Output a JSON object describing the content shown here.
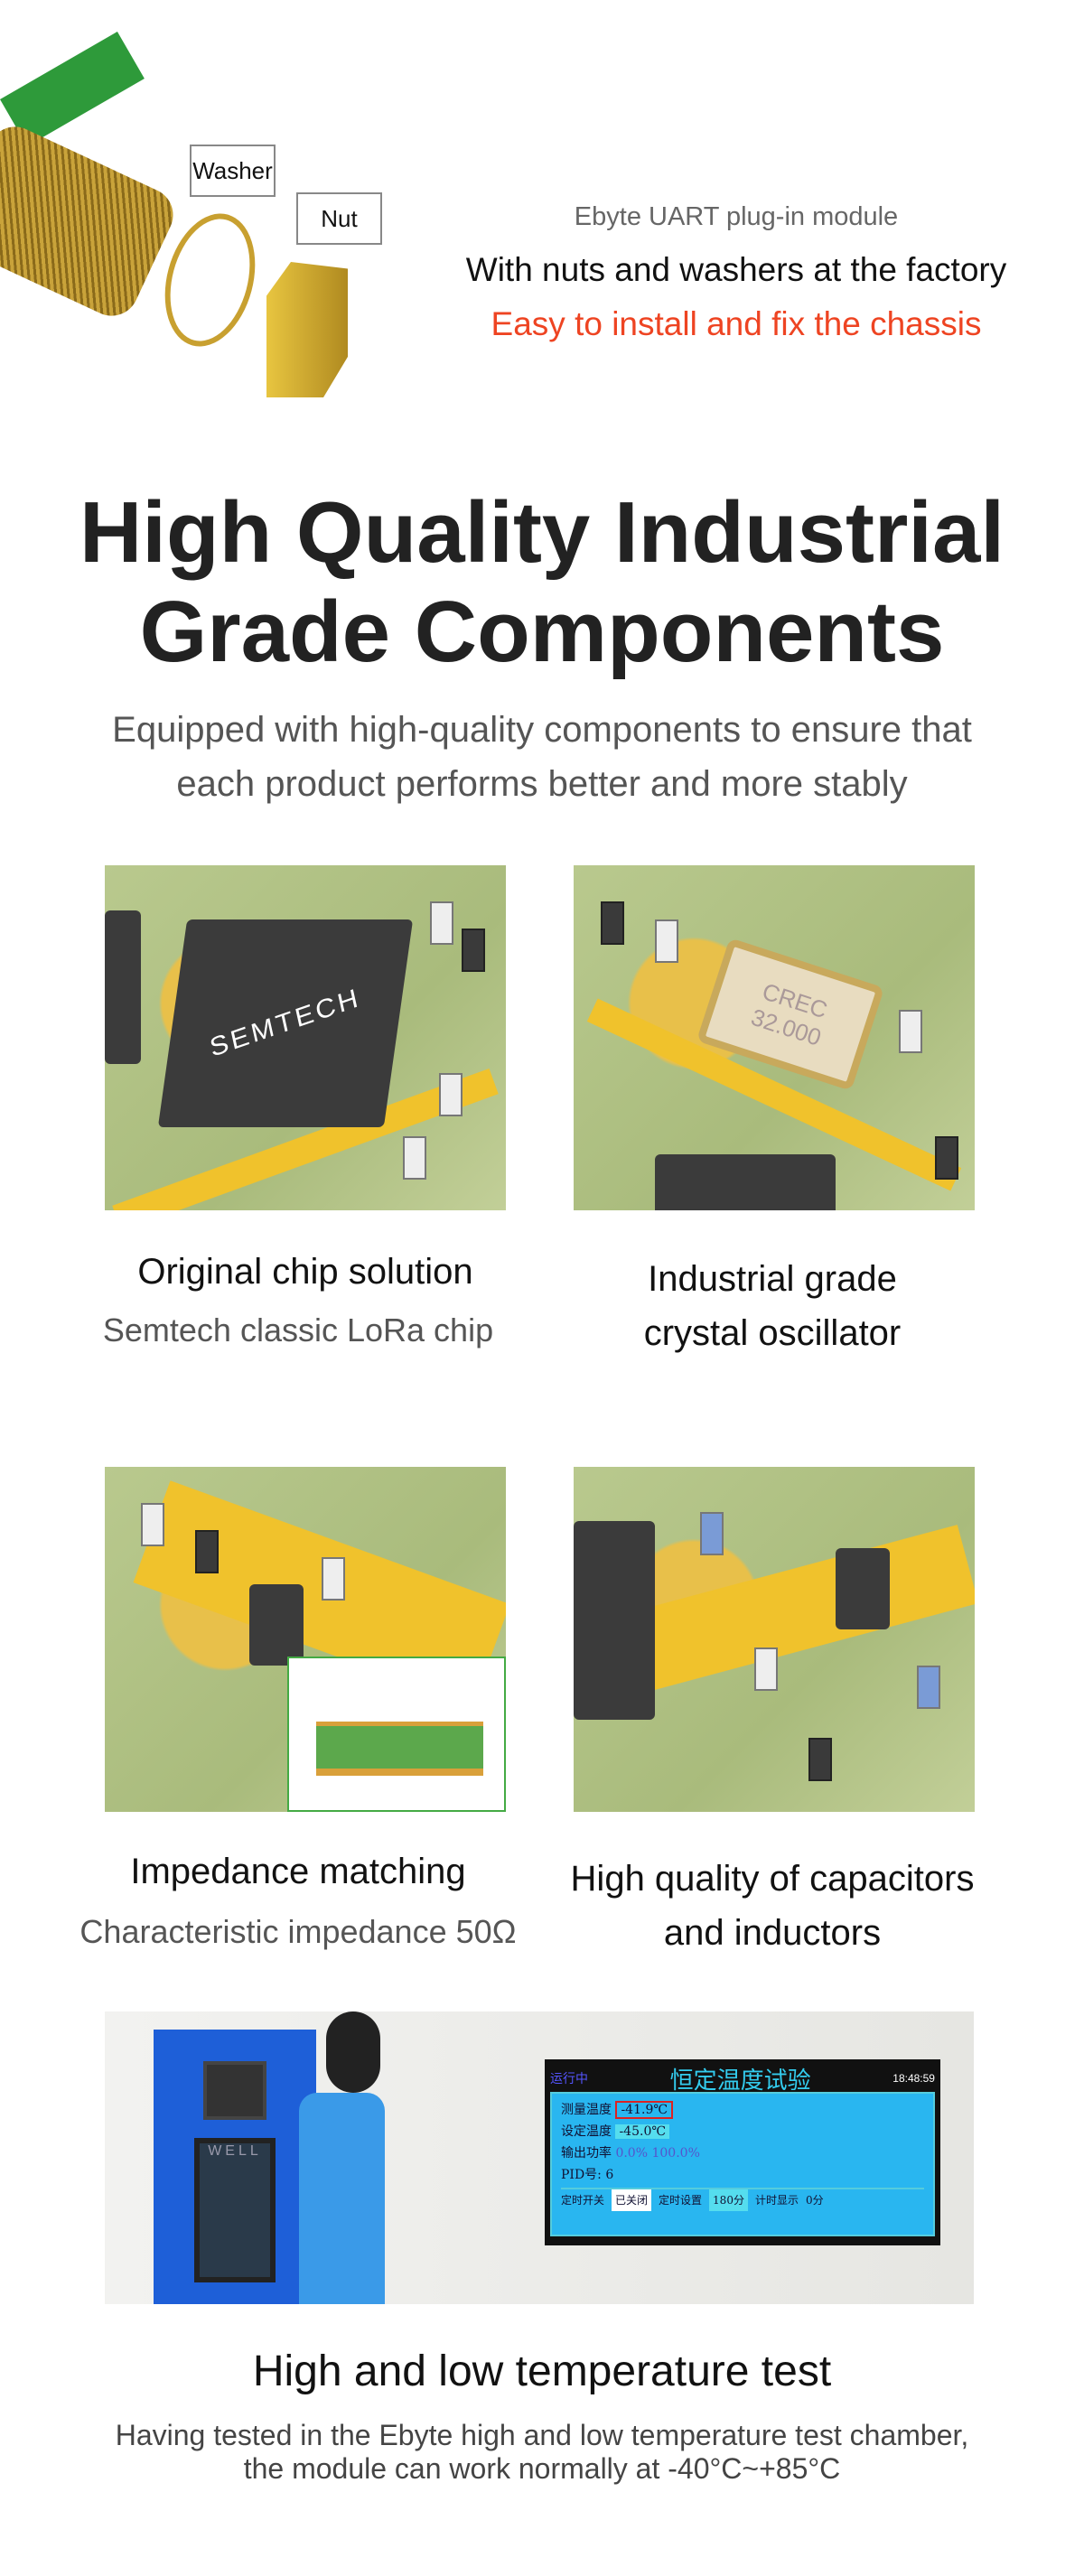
{
  "intro": {
    "washer_label": "Washer",
    "nut_label": "Nut",
    "line1": "Ebyte UART plug-in module",
    "line2": "With nuts and washers at the factory",
    "line3": "Easy to install and fix the chassis",
    "accent_color": "#ee4422"
  },
  "section": {
    "title_line1": "High Quality Industrial",
    "title_line2": "Grade Components",
    "subtitle_line1": "Equipped with high-quality components to ensure that",
    "subtitle_line2": "each product performs better and more stably"
  },
  "features": [
    {
      "title": "Original chip solution",
      "desc": "Semtech classic LoRa chip",
      "chip_brand": "SEMTECH"
    },
    {
      "title_line1": "Industrial grade",
      "title_line2": "crystal oscillator",
      "chip_text1": "CREC",
      "chip_text2": "32.000"
    },
    {
      "title": "Impedance matching",
      "desc": "Characteristic impedance 50Ω"
    },
    {
      "title_line1": "High quality of capacitors",
      "title_line2": "and inductors"
    }
  ],
  "temp_test": {
    "screen_status": "运行中",
    "screen_title": "恒定温度试验",
    "screen_time": "18:48:59",
    "measured_label": "测量温度",
    "measured_value": "-41.9℃",
    "set_label": "设定温度",
    "set_value": "-45.0℃",
    "output_label": "输出功率",
    "output_value1": "0.0%",
    "output_value2": "100.0%",
    "pid_label": "PID号:",
    "pid_value": "6",
    "timer_label": "定时开关",
    "timer_state": "已关闭",
    "timer_set_label": "定时设置",
    "timer_set_value": "180分",
    "count_label": "计时显示",
    "count_value": "0分",
    "chamber_brand": "WELL",
    "title": "High and low temperature test",
    "desc_line1": "Having tested in the Ebyte high and low temperature test chamber,",
    "desc_line2": "the module can work normally at -40°C~+85°C"
  }
}
